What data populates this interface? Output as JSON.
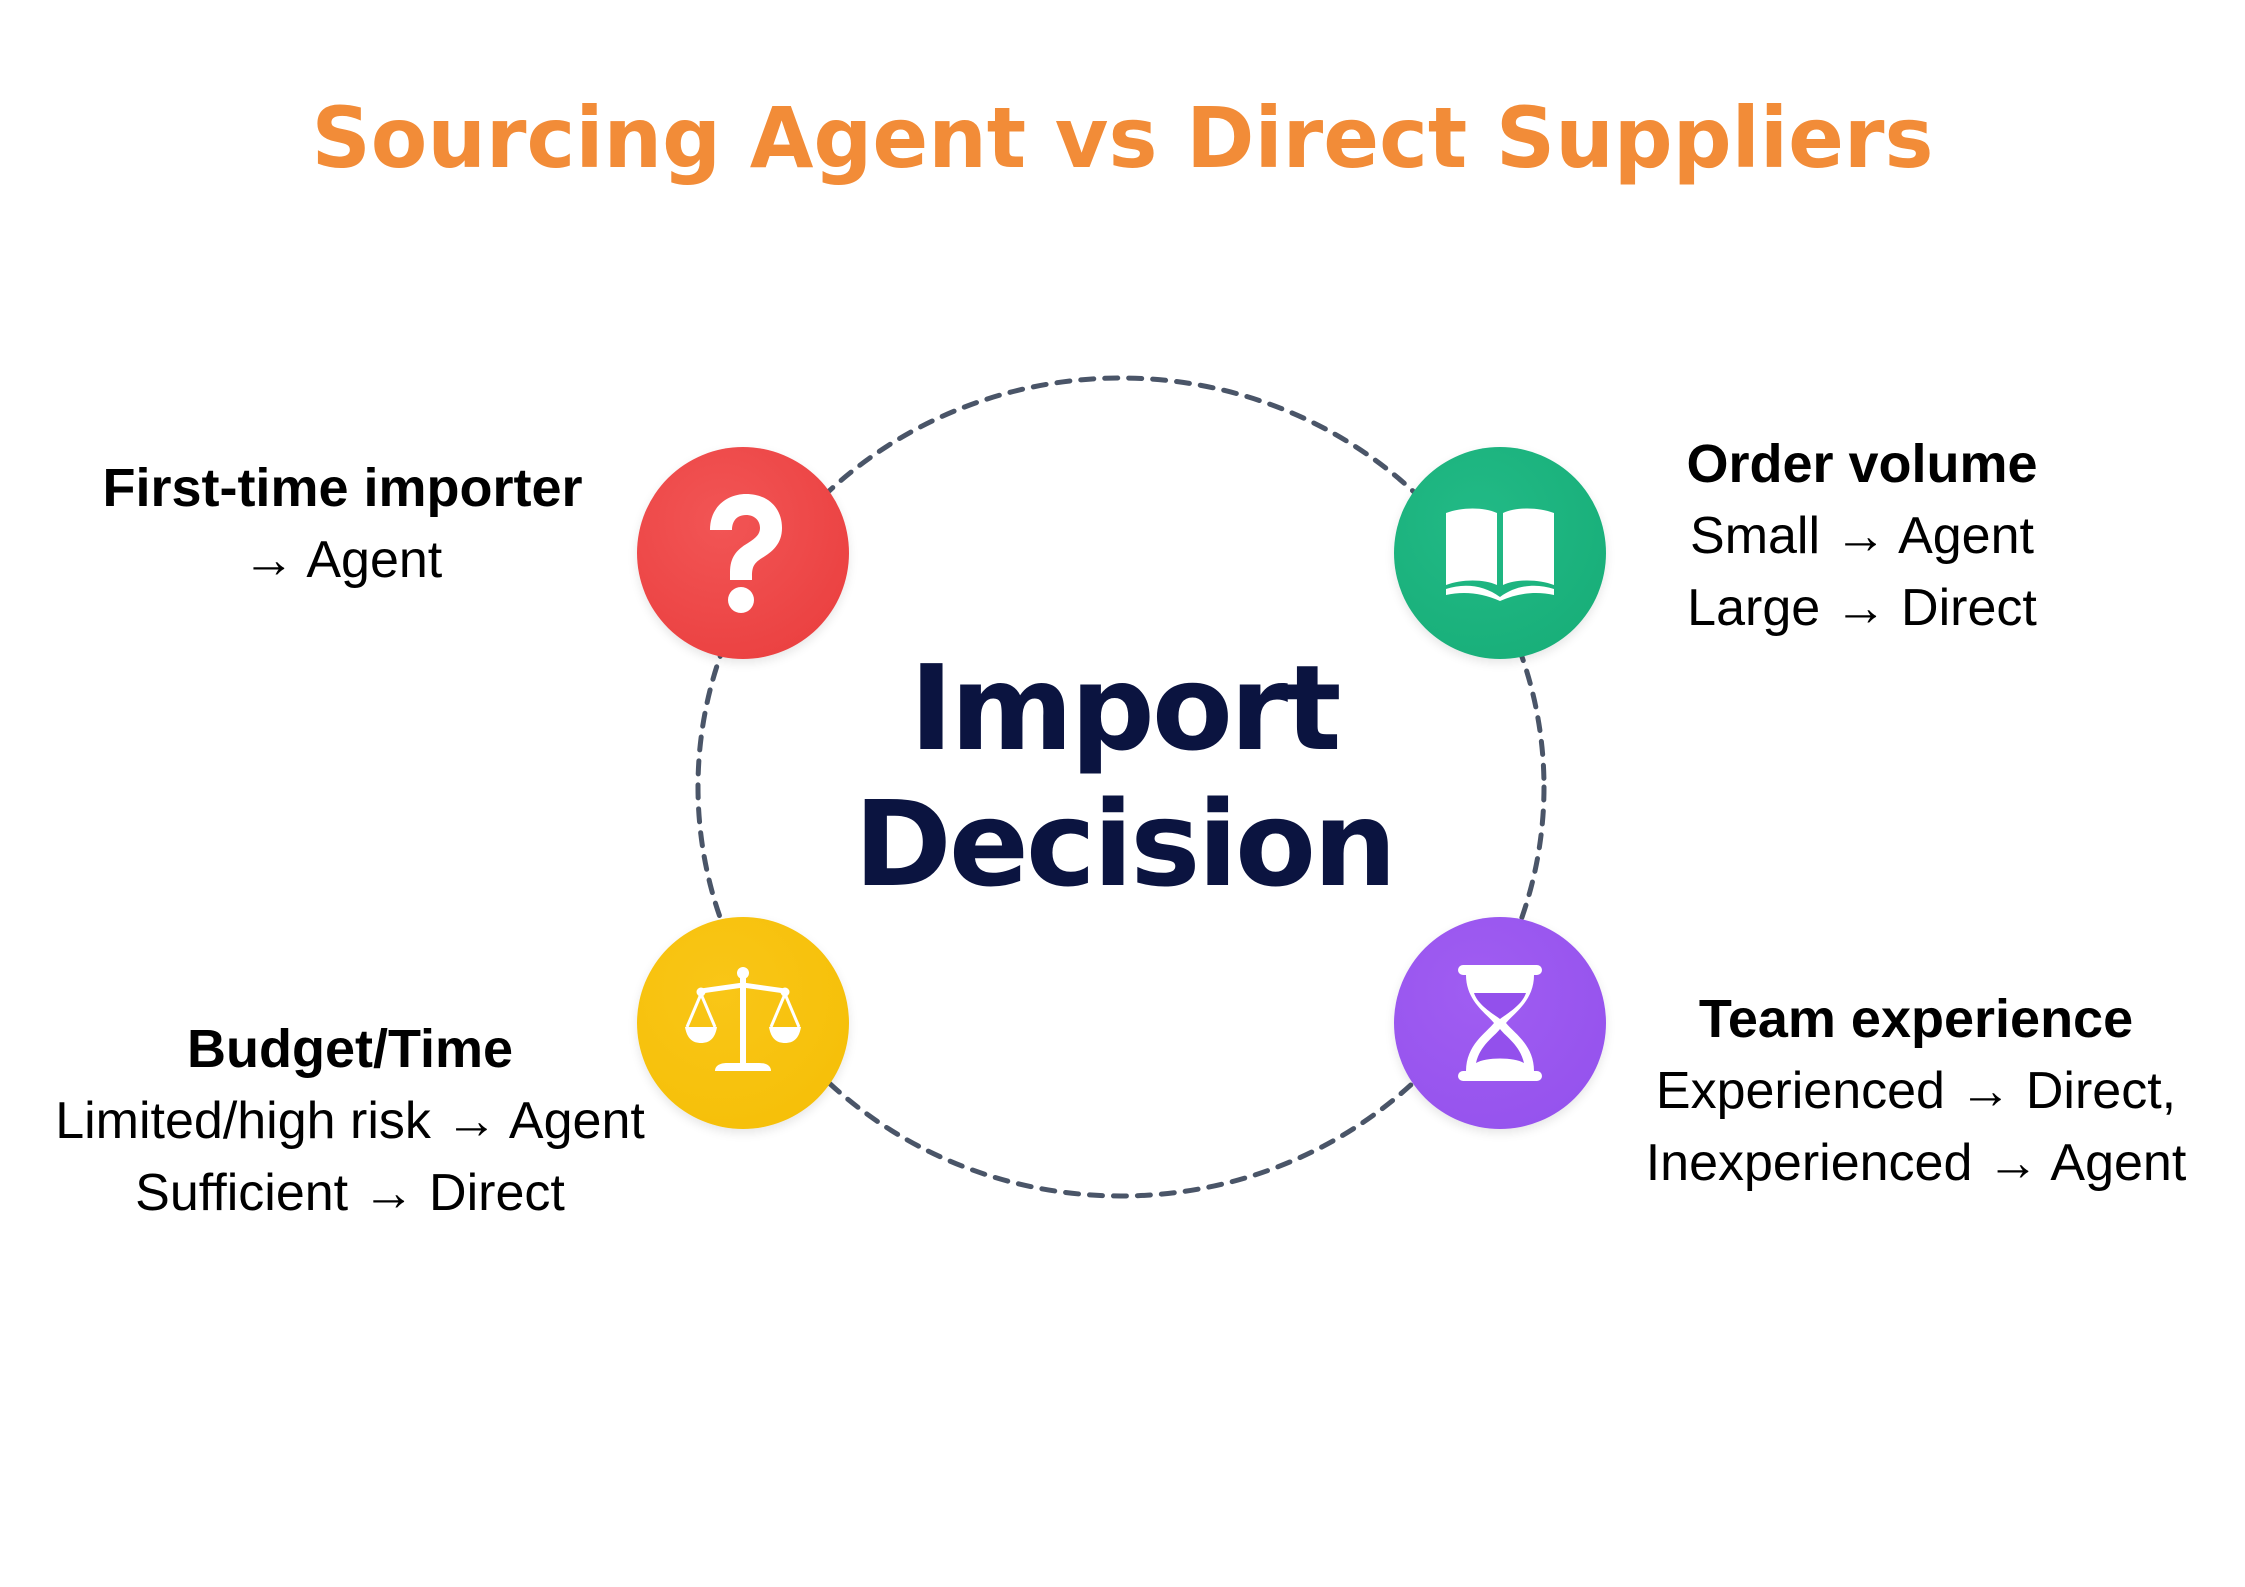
{
  "title": "Sourcing Agent vs Direct Suppliers",
  "colors": {
    "title": "#F28C38",
    "center_text": "#0B1440",
    "ring": "#4A5568",
    "red": "#EE4444",
    "green": "#1DB47E",
    "yellow": "#F7C20A",
    "purple": "#9B55F0"
  },
  "center": {
    "line1": "Import",
    "line2": "Decision"
  },
  "factors": [
    {
      "icon": "question-mark-icon",
      "heading": "First-time importer",
      "lines": [
        "→ Agent"
      ]
    },
    {
      "icon": "open-book-icon",
      "heading": "Order volume",
      "lines": [
        "Small → Agent",
        "Large → Direct"
      ]
    },
    {
      "icon": "scales-icon",
      "heading": "Budget/Time",
      "lines": [
        "Limited/high risk → Agent",
        "Sufficient → Direct"
      ]
    },
    {
      "icon": "hourglass-icon",
      "heading": "Team experience",
      "lines": [
        "Experienced → Direct,",
        "Inexperienced → Agent"
      ]
    }
  ]
}
